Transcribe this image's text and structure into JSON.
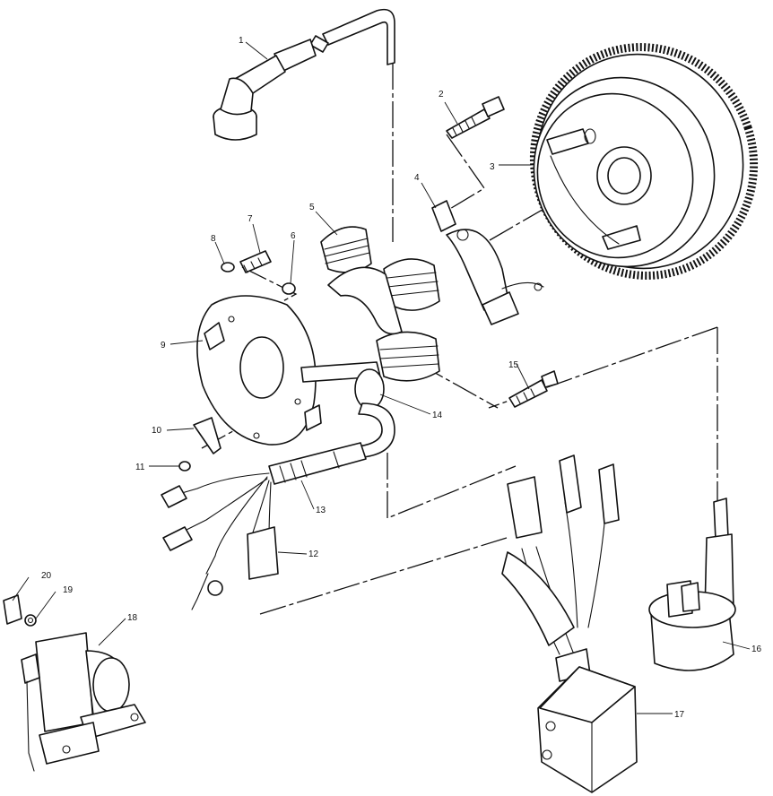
{
  "diagram": {
    "callouts": [
      {
        "id": "p1",
        "text": "1"
      },
      {
        "id": "p2",
        "text": "2"
      },
      {
        "id": "p3",
        "text": "3"
      },
      {
        "id": "p4",
        "text": "4"
      },
      {
        "id": "p5",
        "text": "5"
      },
      {
        "id": "p6",
        "text": "6"
      },
      {
        "id": "p7",
        "text": "7"
      },
      {
        "id": "p8",
        "text": "8"
      },
      {
        "id": "p9",
        "text": "9"
      },
      {
        "id": "p10",
        "text": "10"
      },
      {
        "id": "p11",
        "text": "11"
      },
      {
        "id": "p12",
        "text": "12"
      },
      {
        "id": "p13",
        "text": "13"
      },
      {
        "id": "p14",
        "text": "14"
      },
      {
        "id": "p15",
        "text": "15"
      },
      {
        "id": "p16",
        "text": "16"
      },
      {
        "id": "p17",
        "text": "17"
      },
      {
        "id": "p18",
        "text": "18"
      },
      {
        "id": "p19",
        "text": "19"
      },
      {
        "id": "p20",
        "text": "20"
      }
    ]
  }
}
